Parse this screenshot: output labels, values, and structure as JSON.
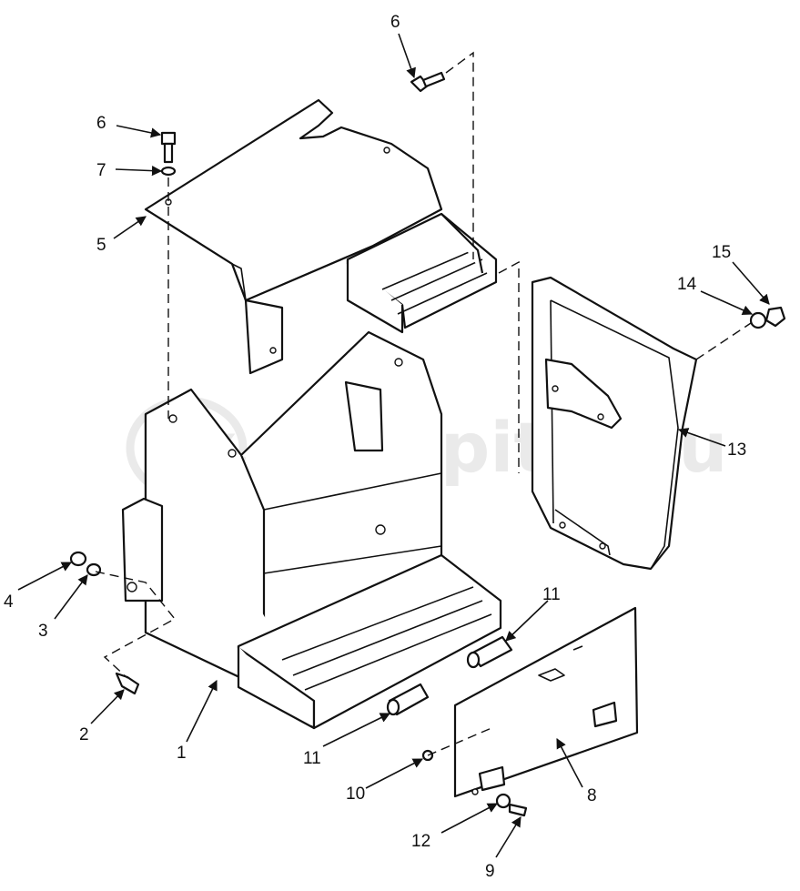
{
  "diagram": {
    "callouts": [
      "1",
      "2",
      "3",
      "4",
      "5",
      "6",
      "6",
      "7",
      "8",
      "9",
      "10",
      "11",
      "11",
      "12",
      "13",
      "14",
      "15"
    ],
    "watermark": "autopiter.ru",
    "watermark_logo": "ax"
  }
}
